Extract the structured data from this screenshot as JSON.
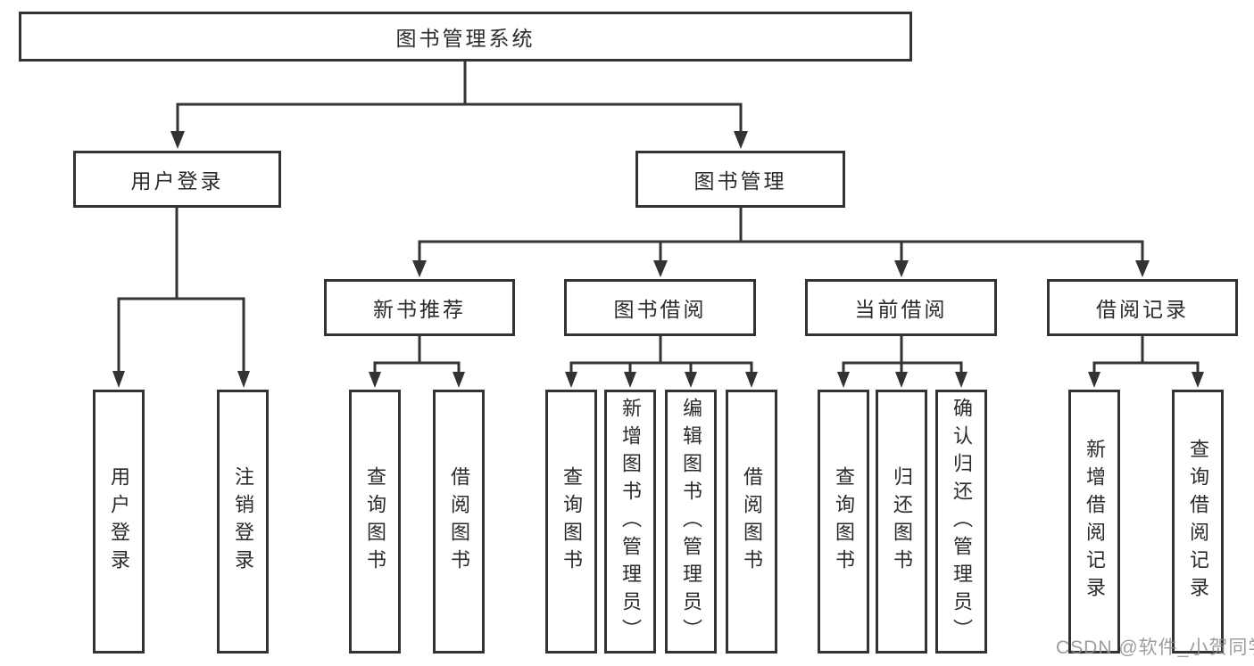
{
  "watermark": "CSDN @软件_小贺同学",
  "colors": {
    "line": "#333333",
    "text": "#2b2b2b",
    "watermark_gray": "#8c8c8c",
    "background": "#ffffff"
  },
  "tree": {
    "root": {
      "label": "图书管理系统"
    },
    "login": {
      "label": "用户登录",
      "children": [
        {
          "label": "用户登录"
        },
        {
          "label": "注销登录"
        }
      ]
    },
    "mgmt": {
      "label": "图书管理",
      "children": [
        {
          "label": "新书推荐",
          "children": [
            {
              "label": "查询图书"
            },
            {
              "label": "借阅图书"
            }
          ]
        },
        {
          "label": "图书借阅",
          "children": [
            {
              "label": "查询图书"
            },
            {
              "label": "新增图书（管理员）"
            },
            {
              "label": "编辑图书（管理员）"
            },
            {
              "label": "借阅图书"
            }
          ]
        },
        {
          "label": "当前借阅",
          "children": [
            {
              "label": "查询图书"
            },
            {
              "label": "归还图书"
            },
            {
              "label": "确认归还（管理员）"
            }
          ]
        },
        {
          "label": "借阅记录",
          "children": [
            {
              "label": "新增借阅记录"
            },
            {
              "label": "查询借阅记录"
            }
          ]
        }
      ]
    }
  }
}
